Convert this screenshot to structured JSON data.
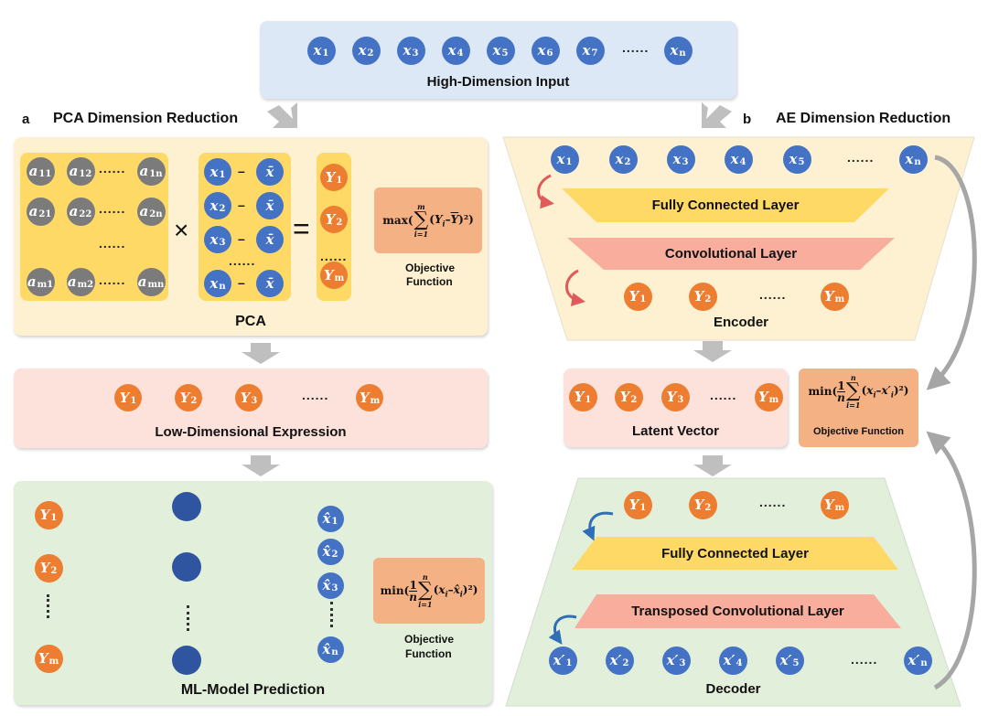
{
  "colors": {
    "input_node": "#4472c4",
    "latent_node": "#ed7d31",
    "matrix_node": "#7b7b7b",
    "hidden_node": "#2f55a0",
    "top_panel": "#dde8f6",
    "pca_panel": "#fdf1d2",
    "matrix_bg": "#ffd966",
    "pink_panel": "#fde2dc",
    "green_panel": "#e2efda",
    "formula_bg": "#f4b183",
    "fc_layer": "#ffd966",
    "conv_layer": "#f8ad9d"
  },
  "top": {
    "title": "High-Dimension Input",
    "nodes": [
      "x1",
      "x2",
      "x3",
      "x4",
      "x5",
      "x6",
      "x7",
      "xn"
    ],
    "ellipsis": "......"
  },
  "section_a": {
    "letter": "a",
    "title": "PCA Dimension Reduction",
    "pca": {
      "label": "PCA",
      "matrix_rows": [
        [
          "a11",
          "a12",
          "a1n"
        ],
        [
          "a21",
          "a22",
          "a2n"
        ],
        [
          "am1",
          "am2",
          "amn"
        ]
      ],
      "multiply_sign": "×",
      "equals_sign": "=",
      "vector_rows": [
        "x1",
        "x2",
        "x3",
        "xn"
      ],
      "mean_symbol": "x̄",
      "minus": "–",
      "outputs": [
        "Y1",
        "Y2",
        "Ym"
      ],
      "formula": "max(Σ_{i=1}^{m} (Y_i − Ȳ)²)",
      "objective_label": "Objective Function",
      "objective_line1": "Objective",
      "objective_line2": "Function"
    },
    "low_dim": {
      "label": "Low-Dimensional Expression",
      "nodes": [
        "Y1",
        "Y2",
        "Y3",
        "Ym"
      ]
    },
    "ml": {
      "label": "ML-Model Prediction",
      "inputs": [
        "Y1",
        "Y2",
        "Ym"
      ],
      "outputs": [
        "x̂1",
        "x̂2",
        "x̂3",
        "x̂n"
      ],
      "formula": "min(1/n Σ_{i=1}^{n} (x_i − x̂_i)²)",
      "objective_line1": "Objective",
      "objective_line2": "Function"
    }
  },
  "section_b": {
    "letter": "b",
    "title": "AE Dimension Reduction",
    "encoder": {
      "label": "Encoder",
      "inputs": [
        "x1",
        "x2",
        "x3",
        "x4",
        "x5",
        "xn"
      ],
      "fc_layer": "Fully Connected Layer",
      "conv_layer": "Convolutional Layer",
      "outputs": [
        "Y1",
        "Y2",
        "Ym"
      ]
    },
    "latent": {
      "label": "Latent Vector",
      "nodes": [
        "Y1",
        "Y2",
        "Y3",
        "Ym"
      ]
    },
    "objective": {
      "formula": "min(1/n Σ_{i=1}^{n} (x_i − x'_i)²)",
      "label": "Objective Function"
    },
    "decoder": {
      "label": "Decoder",
      "inputs": [
        "Y1",
        "Y2",
        "Ym"
      ],
      "fc_layer": "Fully Connected Layer",
      "conv_layer": "Transposed Convolutional Layer",
      "outputs": [
        "x'1",
        "x'2",
        "x'3",
        "x'4",
        "x'5",
        "x'n"
      ]
    }
  }
}
